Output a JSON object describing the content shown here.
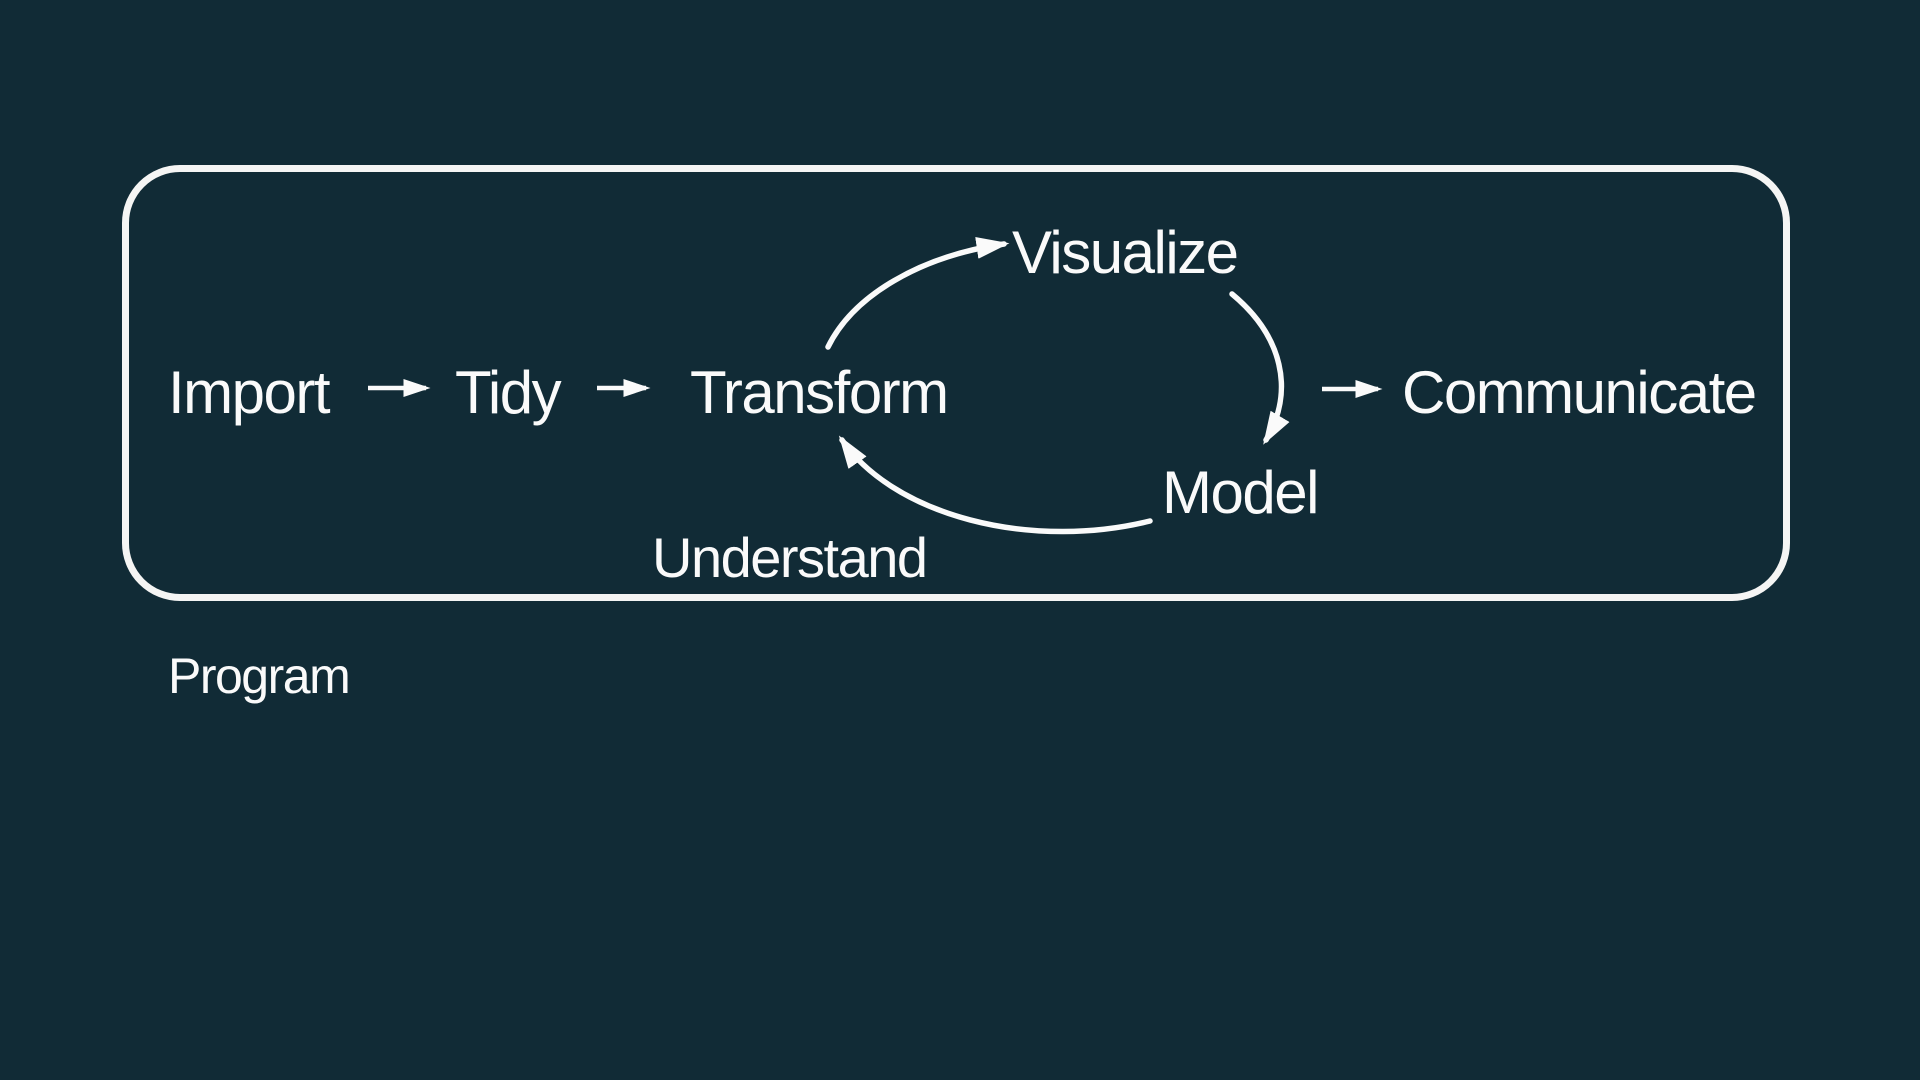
{
  "page": {
    "background_color": "#112b36",
    "text_color": "#fafafa",
    "box_border_color": "#f5f5f4"
  },
  "diagram": {
    "program_label": "Program",
    "understand_label": "Understand",
    "nodes": [
      {
        "id": "import",
        "label": "Import"
      },
      {
        "id": "tidy",
        "label": "Tidy"
      },
      {
        "id": "transform",
        "label": "Transform"
      },
      {
        "id": "visualize",
        "label": "Visualize"
      },
      {
        "id": "model",
        "label": "Model"
      },
      {
        "id": "communicate",
        "label": "Communicate"
      }
    ],
    "edges": [
      {
        "from": "import",
        "to": "tidy",
        "style": "straight"
      },
      {
        "from": "tidy",
        "to": "transform",
        "style": "straight"
      },
      {
        "from": "transform",
        "to": "visualize",
        "style": "curved"
      },
      {
        "from": "visualize",
        "to": "model",
        "style": "curved"
      },
      {
        "from": "model",
        "to": "transform",
        "style": "curved"
      },
      {
        "from": "model",
        "to": "communicate",
        "style": "straight"
      }
    ]
  }
}
